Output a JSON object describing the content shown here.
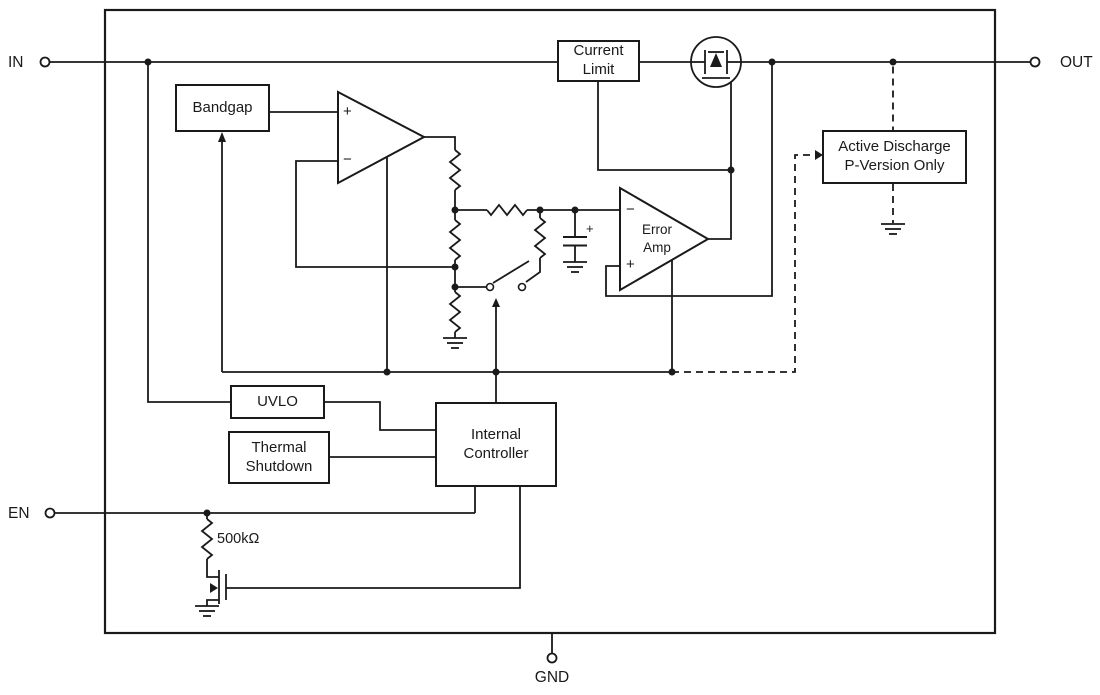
{
  "colors": {
    "line": "#1a1a1a",
    "background": "#ffffff"
  },
  "pins": {
    "in": "IN",
    "out": "OUT",
    "en": "EN",
    "gnd": "GND"
  },
  "blocks": {
    "bandgap": {
      "label": "Bandgap"
    },
    "current_limit": {
      "line1": "Current",
      "line2": "Limit"
    },
    "active_discharge": {
      "line1": "Active Discharge",
      "line2": "P-Version Only"
    },
    "uvlo": {
      "label": "UVLO"
    },
    "thermal_shutdown": {
      "line1": "Thermal",
      "line2": "Shutdown"
    },
    "internal_controller": {
      "line1": "Internal",
      "line2": "Controller"
    },
    "error_amp": {
      "line1": "Error",
      "line2": "Amp"
    }
  },
  "symbols": {
    "buffer_plus": "+",
    "buffer_minus": "−",
    "error_minus": "−",
    "error_plus": "+",
    "cap_plus": "+",
    "en_resistor": "500kΩ"
  }
}
